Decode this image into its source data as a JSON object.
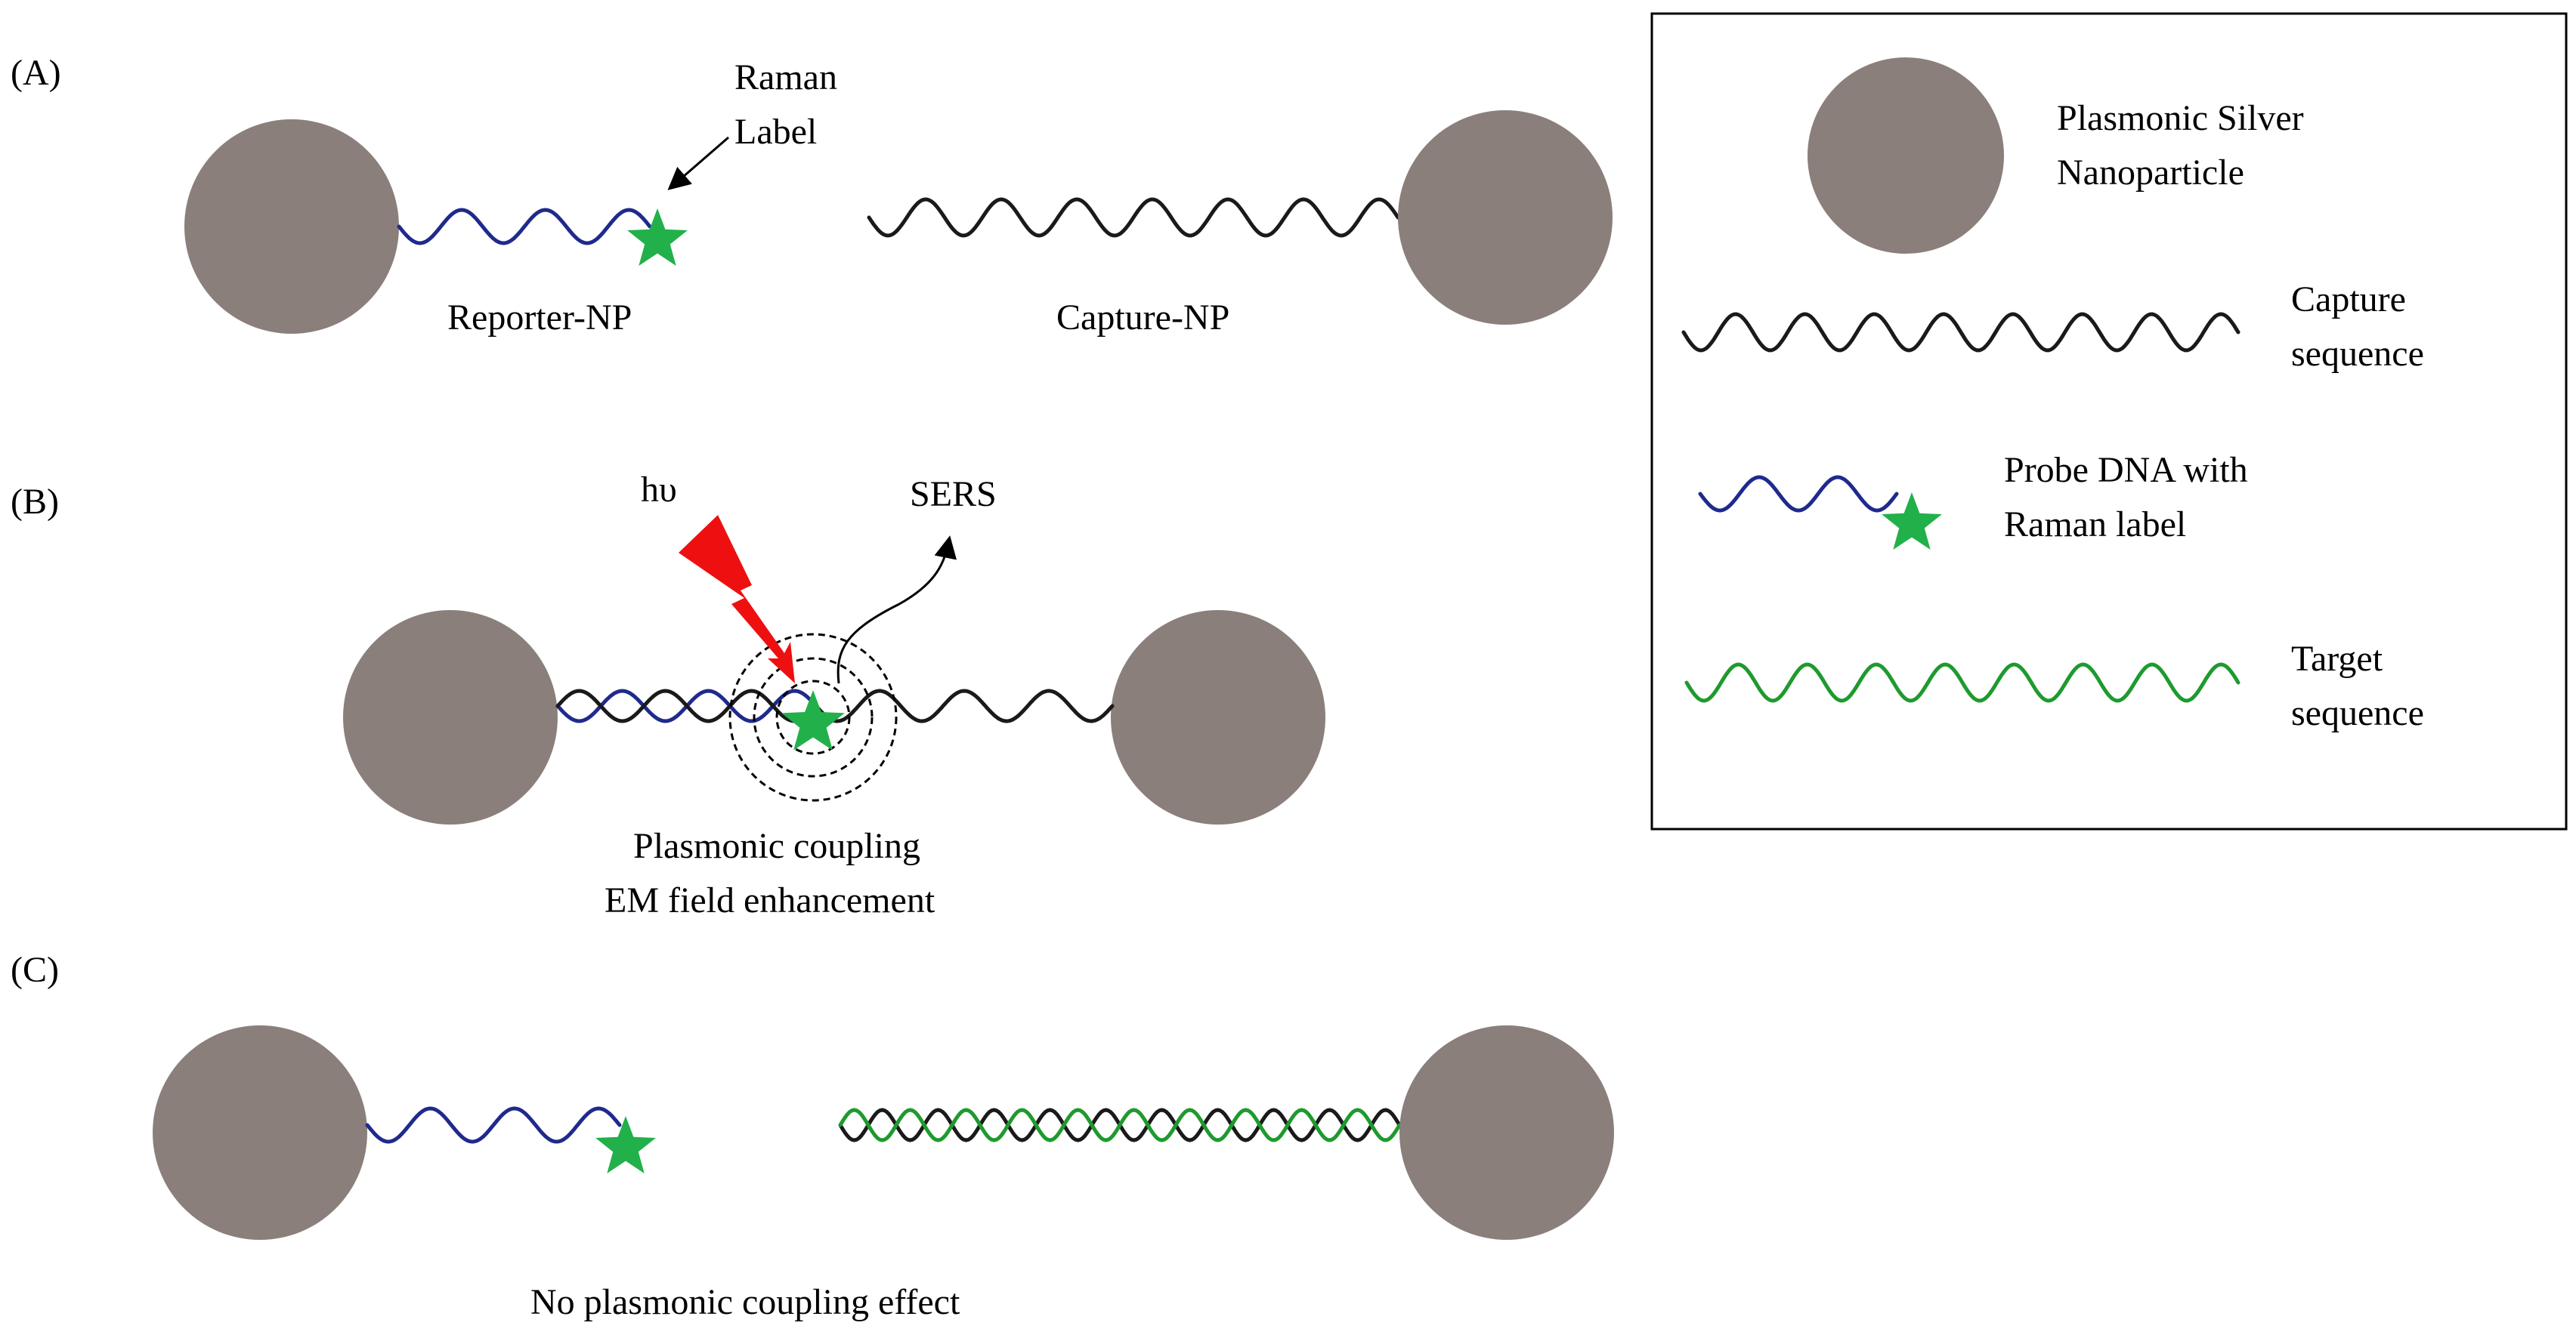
{
  "panels": {
    "a": {
      "tag": "(A)",
      "raman_label_line1": "Raman",
      "raman_label_line2": "Label",
      "reporter_np": "Reporter-NP",
      "capture_np": "Capture-NP"
    },
    "b": {
      "tag": "(B)",
      "photon": "hυ",
      "sers": "SERS",
      "coupling_line1": "Plasmonic  coupling",
      "coupling_line2": "EM field enhancement"
    },
    "c": {
      "tag": "(C)",
      "no_coupling": "No plasmonic  coupling  effect"
    }
  },
  "legend": {
    "nanoparticle_line1": "Plasmonic  Silver",
    "nanoparticle_line2": "Nanoparticle",
    "capture_line1": "Capture",
    "capture_line2": "sequence",
    "probe_line1": "Probe DNA with",
    "probe_line2": "Raman  label",
    "target_line1": "Target",
    "target_line2": "sequence"
  },
  "colors": {
    "nanoparticle": "#8a7f7a",
    "probe_dna": "#1f2a8c",
    "capture_dna": "#1a1a1a",
    "target_dna": "#1e9a2e",
    "raman_star": "#22b04a",
    "photon_bolt": "#ee1010"
  }
}
